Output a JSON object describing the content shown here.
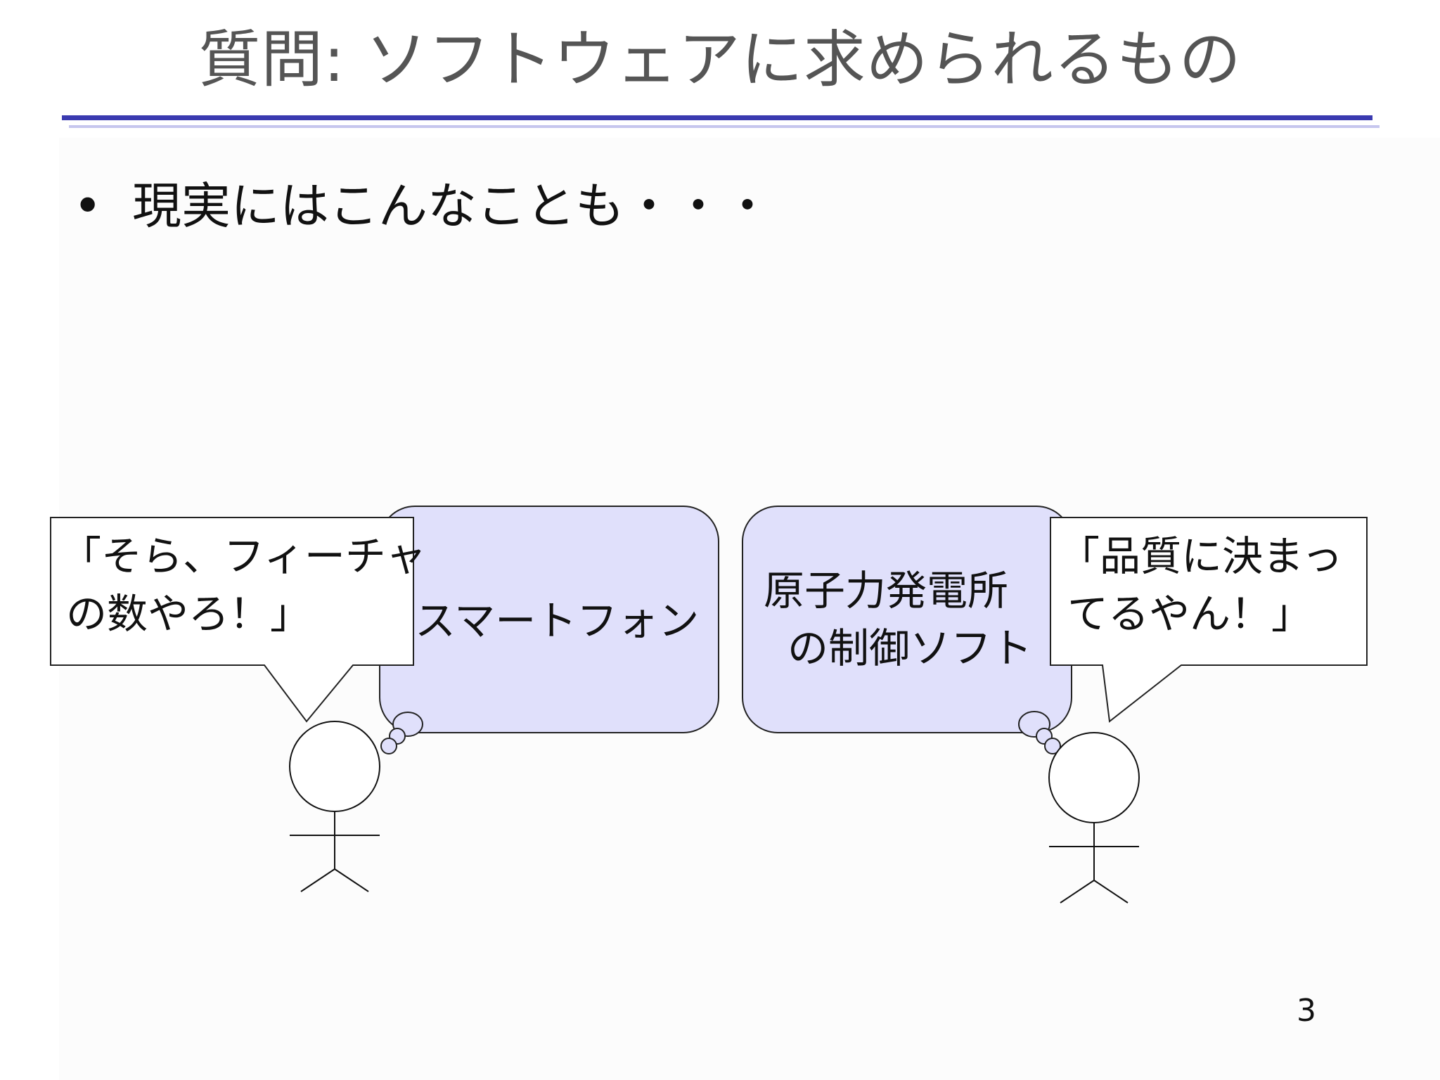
{
  "slide": {
    "title": "質問: ソフトウェアに求められるもの",
    "bullet": "現実にはこんなことも・・・",
    "page_number": "3"
  },
  "bubbles": {
    "left_thought": "スマートフォン",
    "right_thought_line1": "原子力発電所",
    "right_thought_line2": "の制御ソフト",
    "left_speech_line1": "「そら、フィーチャ",
    "left_speech_line2": "の数やろ！」",
    "right_speech_line1": "「品質に決まっ",
    "right_speech_line2": "てるやん！」"
  },
  "colors": {
    "title_text": "#555555",
    "title_rule": "#3a3ab0",
    "title_rule_light": "#c6c6ee",
    "thought_fill": "#e0e0fb"
  }
}
